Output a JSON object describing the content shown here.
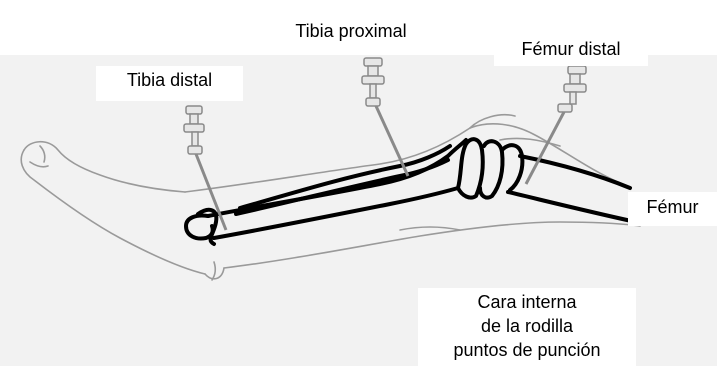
{
  "labels": {
    "tibia_distal": "Tibia distal",
    "tibia_proximal": "Tibia proximal",
    "femur_distal": "Fémur distal",
    "femur": "Fémur",
    "cara_interna": [
      "Cara interna",
      "de la rodilla",
      "puntos de punción"
    ]
  },
  "colors": {
    "background": "#f2f2f2",
    "ink": "#000000",
    "needle": "#8a8a8a",
    "label_box": "#ffffff"
  }
}
